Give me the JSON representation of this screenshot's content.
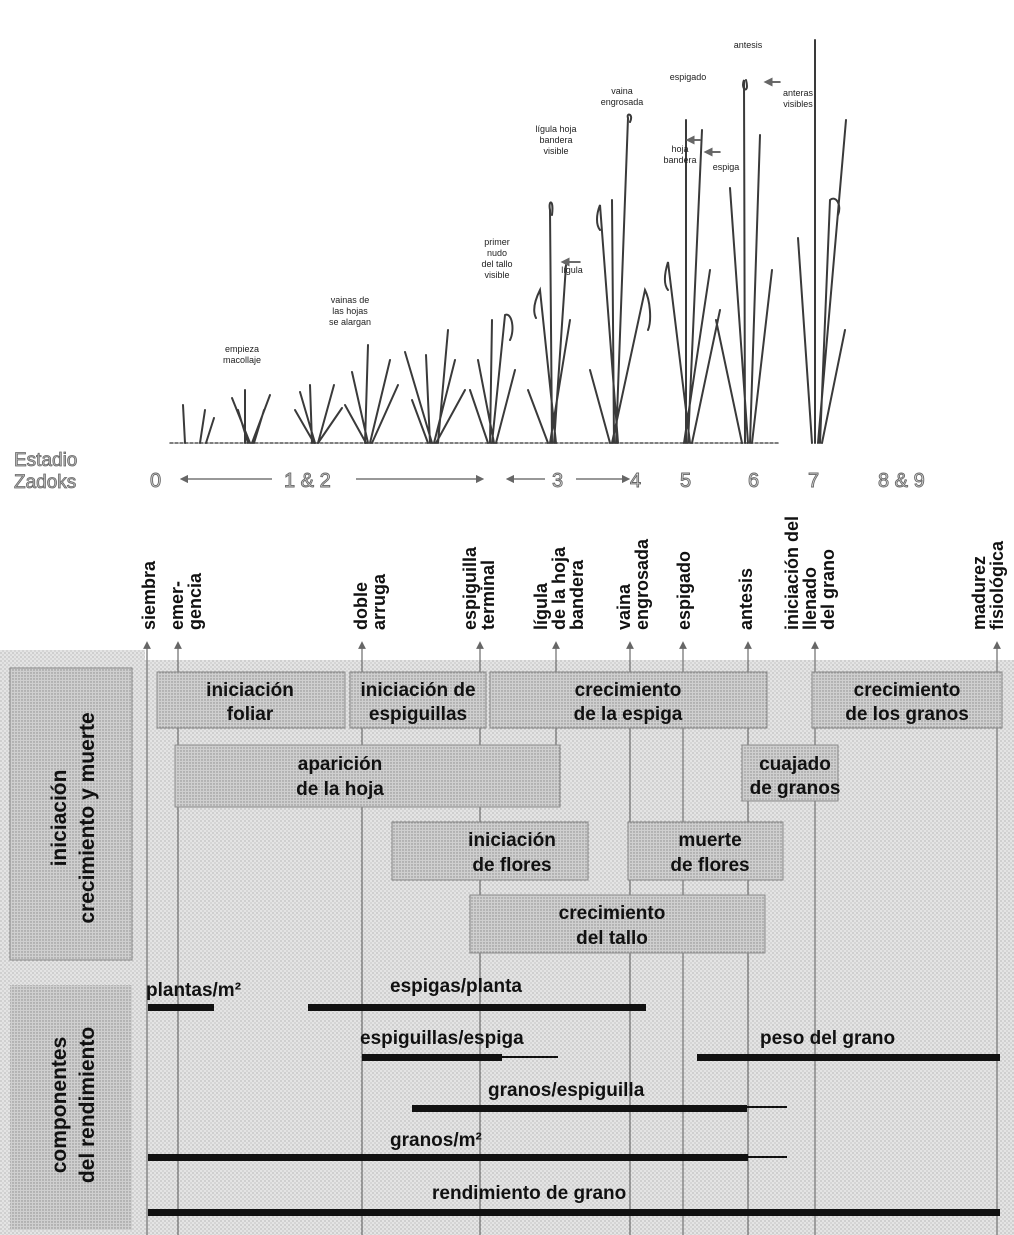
{
  "plant_labels": {
    "tillering": [
      "empieza",
      "macollaje"
    ],
    "sheaths": [
      "vainas de",
      "las hojas",
      "se alargan"
    ],
    "first_node": [
      "primer",
      "nudo",
      "del tallo",
      "visible"
    ],
    "ligule_flag": [
      "lígula hoja",
      "bandera",
      "visible"
    ],
    "ligula": "lígula",
    "swollen_sheath": [
      "vaina",
      "engrosada"
    ],
    "flag_leaf": [
      "hoja",
      "bandera"
    ],
    "heading": "espigado",
    "spike": "espiga",
    "anthesis": "antesis",
    "anthers": [
      "anteras",
      "visibles"
    ]
  },
  "zadoks": {
    "title_line1": "Estadio",
    "title_line2": "Zadoks",
    "s0": "0",
    "s12": "1 & 2",
    "s3": "3",
    "s4": "4",
    "s5": "5",
    "s6": "6",
    "s7": "7",
    "s89": "8 & 9"
  },
  "stages": {
    "siembra": [
      "siembra"
    ],
    "emergencia": [
      "emer-",
      "gencia"
    ],
    "doble_arruga": [
      "doble",
      "arruga"
    ],
    "espiguilla_terminal": [
      "espiguilla",
      "terminal"
    ],
    "ligula_hoja_bandera": [
      "lígula",
      "de la hoja",
      "bandera"
    ],
    "vaina_engrosada": [
      "vaina",
      "engrosada"
    ],
    "espigado": [
      "espigado"
    ],
    "antesis": [
      "antesis"
    ],
    "llenado": [
      "iniciación del",
      "llenado",
      "del grano"
    ],
    "madurez": [
      "madurez",
      "fisiológica"
    ]
  },
  "side_labels": {
    "initiation": [
      "iniciación",
      "crecimiento y muerte"
    ],
    "components": [
      "componentes",
      "del rendimiento"
    ]
  },
  "process_boxes": {
    "iniciacion_foliar": [
      "iniciación",
      "foliar"
    ],
    "iniciacion_espiguillas": [
      "iniciación de",
      "espiguillas"
    ],
    "crecimiento_espiga": [
      "crecimiento",
      "de la espiga"
    ],
    "crecimiento_granos": [
      "crecimiento",
      "de los granos"
    ],
    "aparicion_hoja": [
      "aparición",
      "de la hoja"
    ],
    "cuajado_granos": [
      "cuajado",
      "de granos"
    ],
    "iniciacion_flores": [
      "iniciación",
      "de flores"
    ],
    "muerte_flores": [
      "muerte",
      "de flores"
    ],
    "crecimiento_tallo": [
      "crecimiento",
      "del tallo"
    ]
  },
  "yield_components": {
    "plantas_m2": "plantas/m²",
    "espigas_planta": "espigas/planta",
    "espiguillas_espiga": "espiguillas/espiga",
    "peso_grano": "peso del grano",
    "granos_espiguilla": "granos/espiguilla",
    "granos_m2": "granos/m²",
    "rendimiento": "rendimiento de grano"
  },
  "colors": {
    "panel_fill": "#d6d6d6",
    "box_fill": "#d0d0d0",
    "bar": "#111111",
    "arrow": "#777777",
    "plant": "#3a3a3a"
  }
}
